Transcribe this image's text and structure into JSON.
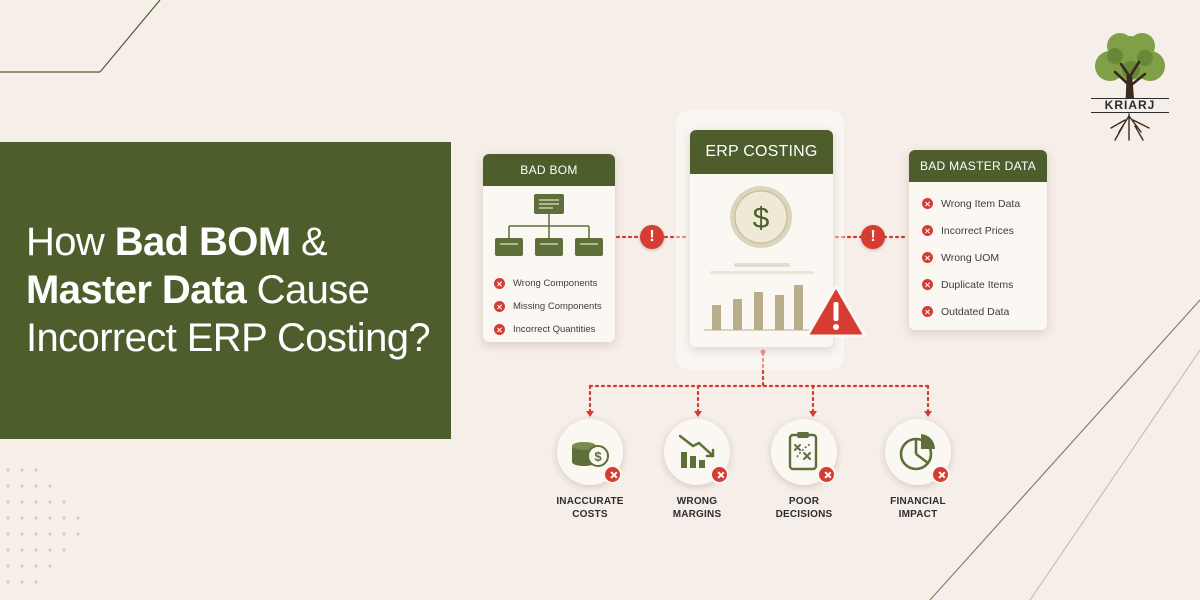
{
  "colors": {
    "brand_green": "#4d5e2c",
    "background": "#f6eee8",
    "alert_red": "#d63c32",
    "card": "#fbf8f4",
    "chart_tan": "#b9ae8c"
  },
  "hero": {
    "line1_prefix": "How ",
    "line1_bold": "Bad BOM",
    "line1_suffix": " &",
    "line2_bold": "Master Data",
    "line2_suffix": " Cause",
    "line3": "Incorrect ERP Costing?"
  },
  "logo": {
    "text": "KRIARJ",
    "icon": "tree-icon"
  },
  "bom_card": {
    "title": "BAD BOM",
    "icon": "bom-tree-icon",
    "issues": [
      "Wrong Components",
      "Missing Components",
      "Incorrect Quantities"
    ]
  },
  "erp_card": {
    "title": "ERP COSTING",
    "symbol": "$",
    "icons": [
      "dollar-coin-icon",
      "bar-chart-icon",
      "warning-triangle-icon"
    ]
  },
  "master_card": {
    "title": "BAD MASTER DATA",
    "issues": [
      "Wrong Item Data",
      "Incorrect Prices",
      "Wrong UOM",
      "Duplicate Items",
      "Outdated Data"
    ]
  },
  "alerts": {
    "left": "!",
    "right": "!"
  },
  "outcomes": [
    {
      "line1": "INACCURATE",
      "line2": "COSTS",
      "icon": "coins-dollar-icon"
    },
    {
      "line1": "WRONG",
      "line2": "MARGINS",
      "icon": "declining-chart-icon"
    },
    {
      "line1": "POOR",
      "line2": "DECISIONS",
      "icon": "clipboard-icon"
    },
    {
      "line1": "FINANCIAL",
      "line2": "IMPACT",
      "icon": "pie-chart-icon"
    }
  ]
}
